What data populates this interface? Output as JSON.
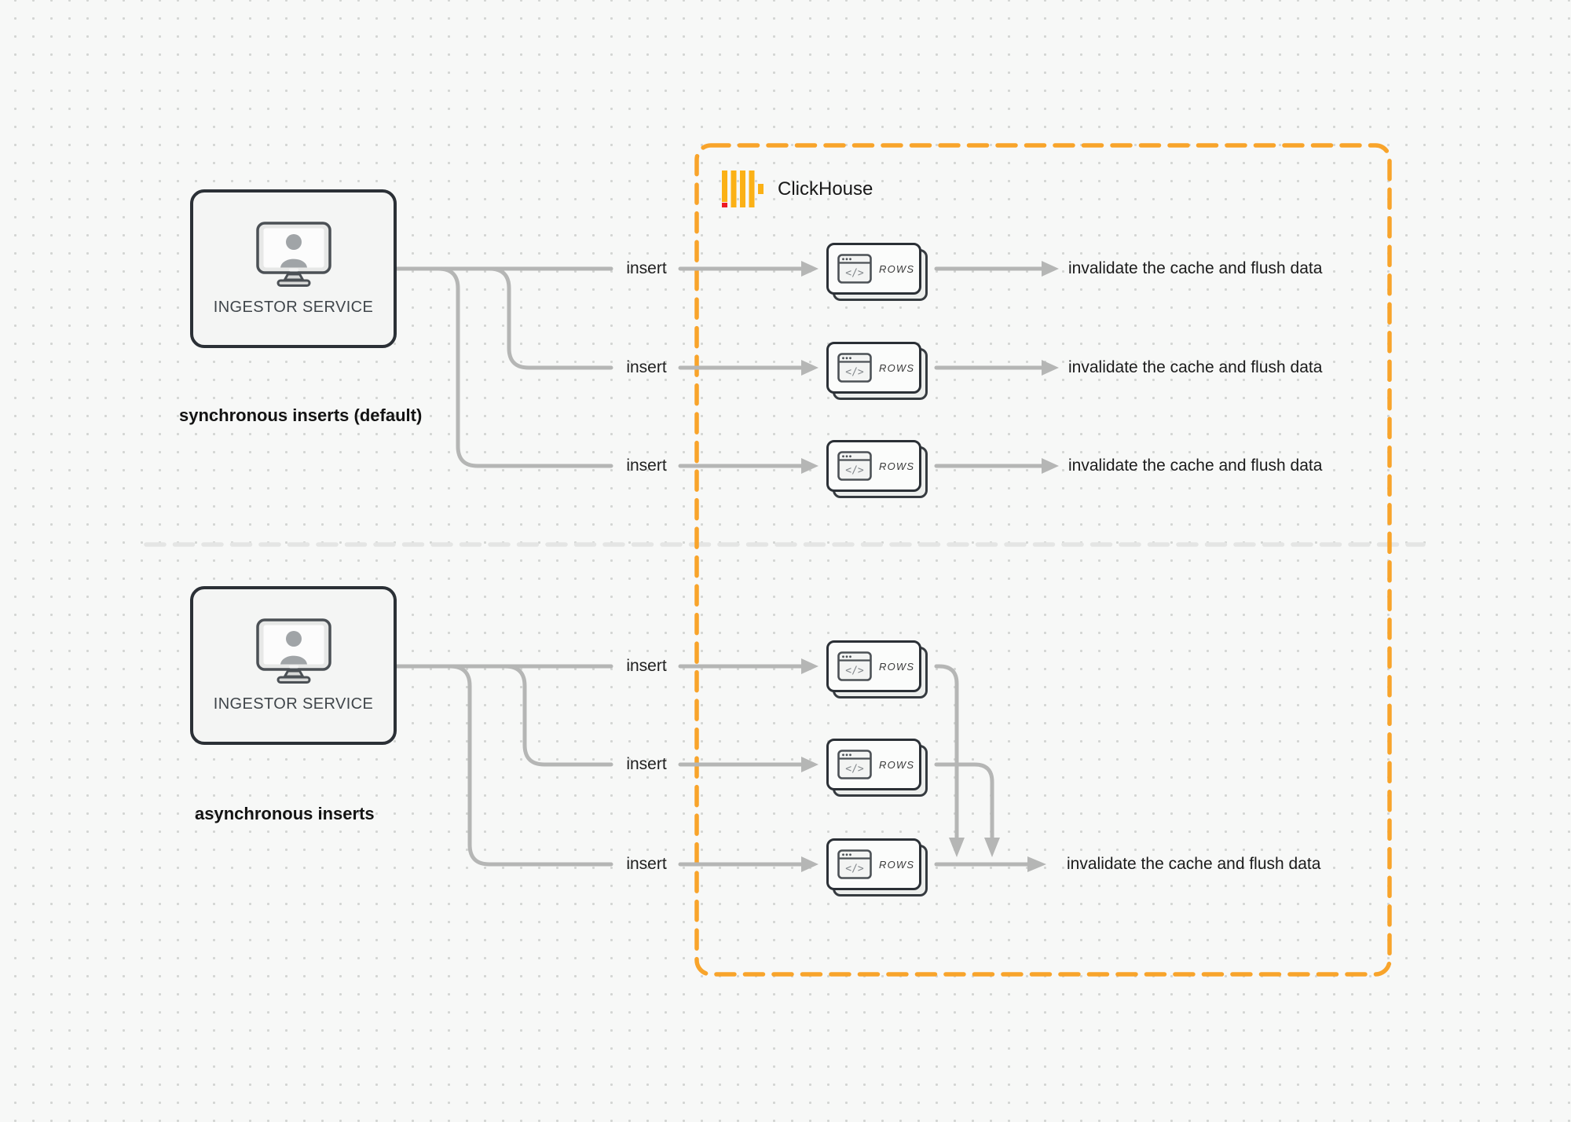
{
  "diagram": {
    "clickhouse_label": "ClickHouse",
    "card_icon": "</>",
    "sync": {
      "section_label": "synchronous inserts (default)",
      "service_label": "INGESTOR SERVICE",
      "rows": [
        {
          "insert": "insert",
          "card": "ROWS",
          "outcome": "invalidate the cache and flush data"
        },
        {
          "insert": "insert",
          "card": "ROWS",
          "outcome": "invalidate the cache and flush data"
        },
        {
          "insert": "insert",
          "card": "ROWS",
          "outcome": "invalidate the cache and flush data"
        }
      ]
    },
    "async": {
      "section_label": "asynchronous inserts",
      "service_label": "INGESTOR SERVICE",
      "rows": [
        {
          "insert": "insert",
          "card": "ROWS"
        },
        {
          "insert": "insert",
          "card": "ROWS"
        },
        {
          "insert": "insert",
          "card": "ROWS"
        }
      ],
      "outcome": "invalidate the cache and flush data"
    }
  },
  "colors": {
    "accent_orange": "#F8A42B",
    "logo_yellow": "#FBB116",
    "logo_red": "#EE1B24",
    "connector_gray": "#B5B6B5",
    "divider_gray": "#E4E5E4",
    "box_border_dark": "#2B3036",
    "background": "#F7F8F7"
  }
}
